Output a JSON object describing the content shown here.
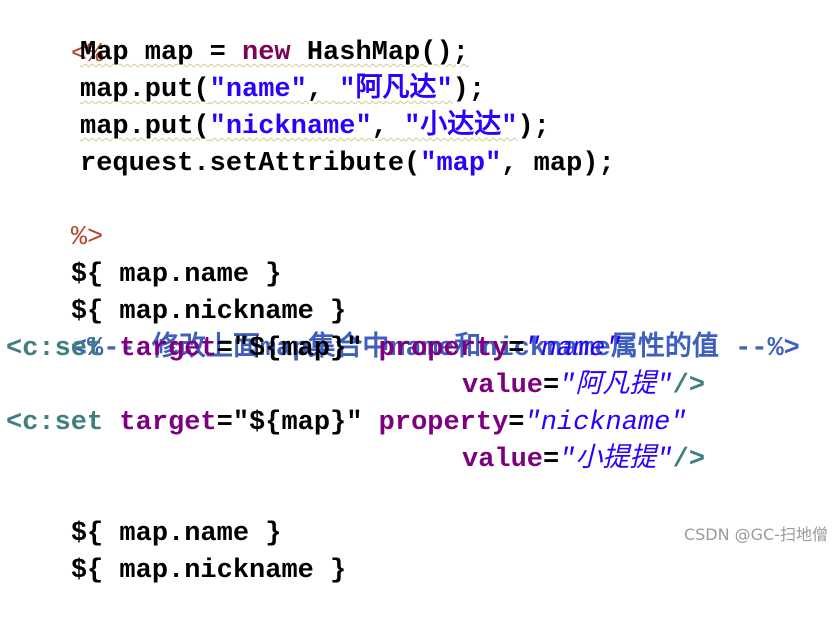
{
  "code": {
    "line1": {
      "open": "<%"
    },
    "line2": {
      "text": "Map map = ",
      "kw": "new",
      "rest": " HashMap();"
    },
    "line3": {
      "pre": "map.put(",
      "s1": "\"name\"",
      "mid": ", ",
      "s2": "\"阿凡达\"",
      "post": ");"
    },
    "line4": {
      "pre": "map.put(",
      "s1": "\"nickname\"",
      "mid": ", ",
      "s2": "\"小达达\"",
      "post": ");"
    },
    "line5": {
      "pre": "request.setAttribute(",
      "s1": "\"map\"",
      "post": ", map);"
    },
    "line6": {
      "close": "%>"
    },
    "line7": {
      "text": "${ map.name }"
    },
    "line8": {
      "text": "${ map.nickname }"
    },
    "line9": {
      "text": "<%-- 修改上面map集合中name和nickname属性的值 --%>"
    },
    "line10": {
      "tag": "<c:set",
      "attr1": " target",
      "eq1": "=",
      "val1": "\"${map}\"",
      "attr2": " property",
      "eq2": "=",
      "val2": "\"name\""
    },
    "line11": {
      "attr": "value",
      "eq": "=",
      "val": "\"阿凡提\"",
      "end": "/>"
    },
    "line12": {
      "tag": "<c:set",
      "attr1": " target",
      "eq1": "=",
      "val1": "\"${map}\"",
      "attr2": " property",
      "eq2": "=",
      "val2": "\"nickname\""
    },
    "line13": {
      "attr": "value",
      "eq": "=",
      "val": "\"小提提\"",
      "end": "/>"
    },
    "line14": {
      "text": "${ map.name }"
    },
    "line15": {
      "text": "${ map.nickname }"
    }
  },
  "watermark": "CSDN @GC-扫地僧",
  "colors": {
    "scriptlet_delimiter": "#b5452c",
    "keyword": "#7f0055",
    "string": "#2a00ff",
    "comment": "#3f5fbf",
    "jsp_tag": "#3f7f7f",
    "attribute": "#7f007f"
  }
}
